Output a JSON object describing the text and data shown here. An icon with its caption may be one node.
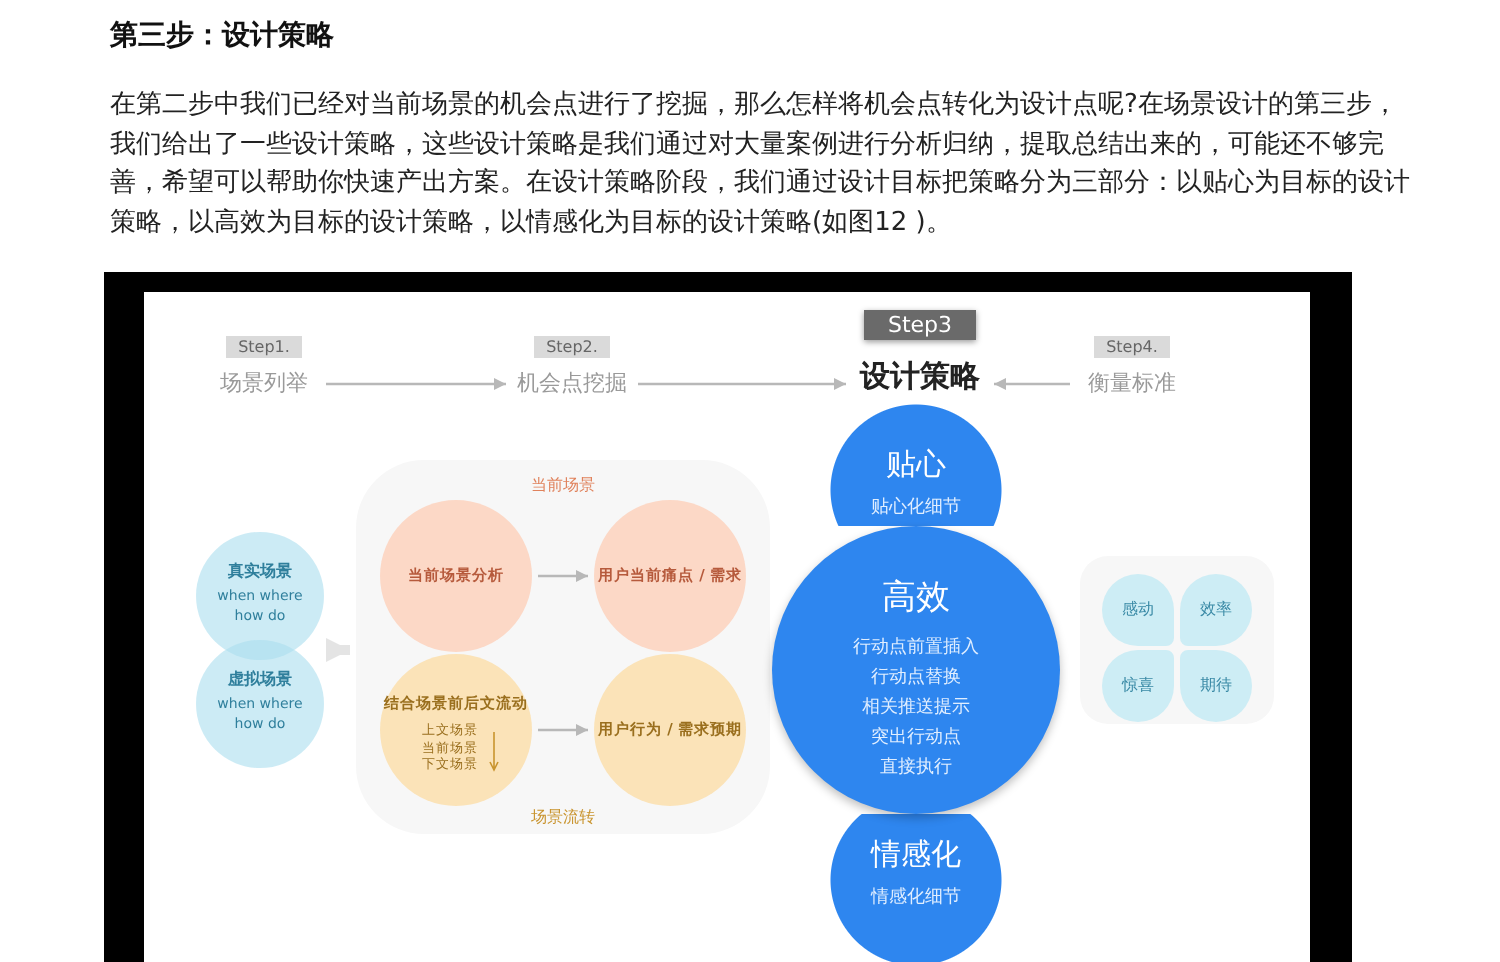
{
  "diagram": {
    "title": "第三步：设计策略",
    "nodes": [
      {
        "text": [
          "Step1.",
          "场景列举"
        ]
      },
      {
        "text": [
          "Step2.",
          "机会点挖掘"
        ]
      },
      {
        "text": [
          "Step3",
          "设计策略"
        ]
      },
      {
        "text": [
          "Step4.",
          "衡量标准"
        ]
      },
      {
        "text": [
          "贴心",
          "贴心化细节"
        ]
      },
      {
        "text": [
          "高效",
          "行动点前置插入",
          "行动点替换",
          "相关推送提示",
          "突出行动点",
          "直接执行"
        ]
      },
      {
        "text": [
          "情感化",
          "情感化细节"
        ]
      },
      {
        "text": [
          "真实场景",
          "when where how do"
        ]
      },
      {
        "text": [
          "虚拟场景",
          "when where how do"
        ]
      },
      {
        "text": [
          "当前场景",
          "场景流转"
        ]
      },
      {
        "text": [
          "当前场景分析"
        ],
        "in": 9
      },
      {
        "text": [
          "用户当前痛点 / 需求"
        ],
        "in": 9
      },
      {
        "text": [
          "结合场景前后文流动",
          "上文场景当前场景下文场景"
        ],
        "in": 9
      },
      {
        "text": [
          "用户行为 / 需求预期"
        ],
        "in": 9
      },
      {
        "text": [],
        "shape": "box"
      },
      {
        "text": [
          "感动"
        ],
        "in": 14
      },
      {
        "text": [
          "效率"
        ],
        "in": 14
      },
      {
        "text": [
          "惊喜"
        ],
        "in": 14
      },
      {
        "text": [
          "期待"
        ],
        "in": 14
      }
    ],
    "edges": [
      {
        "from": 0,
        "to": 1,
        "arrow": "to"
      },
      {
        "from": 1,
        "to": 2,
        "arrow": "to"
      },
      {
        "from": 3,
        "to": 2,
        "arrow": "to"
      },
      {
        "from": 10,
        "to": 11,
        "arrow": "to"
      },
      {
        "from": 12,
        "to": 13,
        "arrow": "to"
      },
      {
        "from": 7,
        "to": 9,
        "arrow": "to",
        "style": "thick",
        "color": "#e4e4e4"
      },
      {
        "from": 8,
        "to": 9,
        "arrow": "to",
        "style": "thick",
        "color": "#e4e4e4"
      }
    ],
    "labels": [
      "在第二步中我们已经对当前场景的机会点进行了挖掘，那么怎样将机会点转化为设计点呢?在场景设计的第三步，我们给出了一些设计策略，这些设计策略是我们通过对大量案例进行分析归纳，提取总结出来的，可能还不够完善，希望可以帮助你快速产出方案。在设计策略阶段，我们通过设计目标把策略分为三部分：以贴心为目标的设计策略，以高效为目标的设计策略，以情感化为目标的设计策略(如图12 )。"
    ]
  }
}
